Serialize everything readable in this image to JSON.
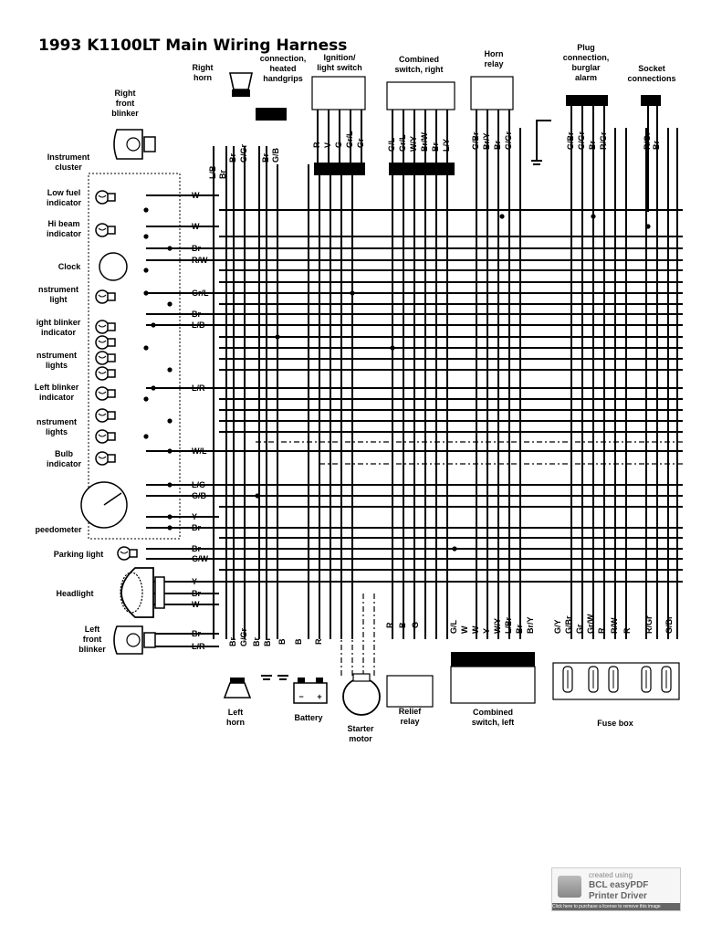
{
  "title": "1993 K1100LT Main Wiring Harness",
  "components": {
    "right_horn": "Right\nhorn",
    "right_front_blinker": "Right\nfront\nblinker",
    "instrument_cluster": "Instrument\ncluster",
    "low_fuel": "Low fuel\nindicator",
    "hi_beam": "Hi beam\nindicator",
    "clock": "Clock",
    "instrument_light": "nstrument\nlight",
    "right_blinker_ind": "ight blinker\nindicator",
    "instrument_lights_1": "nstrument\nlights",
    "left_blinker_ind": "Left blinker\nindicator",
    "instrument_lights_2": "nstrument\nlights",
    "bulb_indicator": "Bulb\nindicator",
    "speedometer": "peedometer",
    "parking_light": "Parking light",
    "headlight": "Headlight",
    "left_front_blinker": "Left\nfront\nblinker",
    "heated_handgrips": "connection,\nheated\nhandgrips",
    "ignition_switch": "Ignition/\nlight switch",
    "combined_switch_right": "Combined\nswitch, right",
    "horn_relay": "Horn\nrelay",
    "plug_burglar": "Plug\nconnection,\nburglar\nalarm",
    "socket_connections": "Socket\nconnections",
    "left_horn": "Left\nhorn",
    "battery": "Battery",
    "starter_motor": "Starter\nmotor",
    "relief_relay": "Relief\nrelay",
    "combined_switch_left": "Combined\nswitch, left",
    "fuse_box": "Fuse box"
  },
  "left_wires": [
    {
      "label": "W"
    },
    {
      "label": "W"
    },
    {
      "label": "Br"
    },
    {
      "label": "R/W"
    },
    {
      "label": "Gr/L"
    },
    {
      "label": "Br"
    },
    {
      "label": "L/B"
    },
    {
      "label": "L/R"
    },
    {
      "label": "W/L"
    },
    {
      "label": "L/G"
    },
    {
      "label": "G/B"
    },
    {
      "label": "Y"
    },
    {
      "label": "Br"
    },
    {
      "label": "Br"
    },
    {
      "label": "G/W"
    },
    {
      "label": "Y"
    },
    {
      "label": "Br"
    },
    {
      "label": "W"
    },
    {
      "label": "Br"
    },
    {
      "label": "L/R"
    }
  ],
  "top_connectors": {
    "right_blinker": [
      "L/B",
      "Br"
    ],
    "right_horn": [
      "Br",
      "G/Gr"
    ],
    "handgrips": [
      "Br",
      "G/B"
    ],
    "ignition": [
      "R",
      "V",
      "G",
      "Gr/L",
      "Gr"
    ],
    "combined_right": [
      "G/L",
      "Gr/L",
      "W/Y",
      "Br/W",
      "Br",
      "L/Y"
    ],
    "horn_relay": [
      "G/Br",
      "Br/Y",
      "Br",
      "G/Gr"
    ],
    "burglar": [
      "G/Br",
      "G/Gr",
      "Br",
      "R/Gr"
    ],
    "socket": [
      "R/Gr",
      "Br"
    ]
  },
  "bottom_connectors": {
    "left_horn": [
      "Br",
      "G/Gr"
    ],
    "handgrips_bottom": [
      "Br",
      "Br"
    ],
    "battery": [
      "B",
      "B",
      "R"
    ],
    "relief_relay": [
      "R",
      "B",
      "G"
    ],
    "combined_left": [
      "G/L",
      "W",
      "W",
      "Y",
      "W/Y",
      "L/Br",
      "Br",
      "Br/Y"
    ],
    "fuse_box": [
      "G/Y",
      "G/Br",
      "Gr",
      "Gr/W",
      "R",
      "R/W",
      "R",
      "R/Gr",
      "G/Br"
    ]
  },
  "battery_signs": {
    "minus": "−",
    "plus": "+"
  },
  "watermark": {
    "line1": "created using",
    "line2": "BCL easyPDF",
    "line3": "Printer Driver",
    "bar": "Click here to purchase a license to remove this image"
  }
}
